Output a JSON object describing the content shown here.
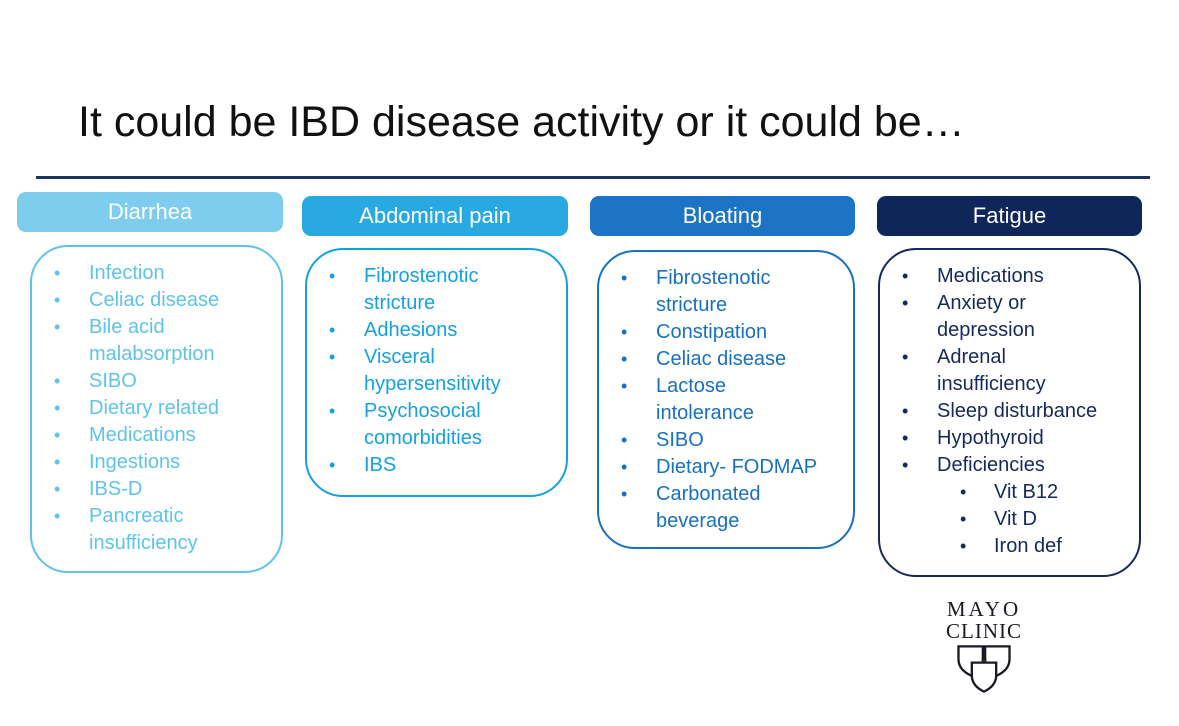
{
  "slide": {
    "title": "It could be IBD disease activity or it could be…",
    "title_color": "#111111",
    "divider_color": "#1d3461"
  },
  "columns": [
    {
      "id": "diarrhea",
      "header": "Diarrhea",
      "colors": {
        "header_bg": "#7ecdef",
        "text": "#5ec3eb"
      },
      "items": [
        "Infection",
        "Celiac disease",
        "Bile acid\nmalabsorption",
        "SIBO",
        "Dietary related",
        "Medications",
        "Ingestions",
        "IBS-D",
        "Pancreatic\ninsufficiency"
      ]
    },
    {
      "id": "abdominal-pain",
      "header": "Abdominal pain",
      "colors": {
        "header_bg": "#29a9e2",
        "text": "#14a1e0"
      },
      "items": [
        "Fibrostenotic\nstricture",
        "Adhesions",
        "Visceral\nhypersensitivity",
        "Psychosocial\ncomorbidities",
        "IBS"
      ]
    },
    {
      "id": "bloating",
      "header": "Bloating",
      "colors": {
        "header_bg": "#1b74c5",
        "text": "#1870c1"
      },
      "items": [
        "Fibrostenotic\nstricture",
        "Constipation",
        "Celiac disease",
        "Lactose\nintolerance",
        "SIBO",
        "Dietary- FODMAP",
        "Carbonated\nbeverage"
      ]
    },
    {
      "id": "fatigue",
      "header": "Fatigue",
      "colors": {
        "header_bg": "#0f265b",
        "text": "#16295e"
      },
      "items": [
        "Medications",
        "Anxiety or\ndepression",
        "Adrenal\ninsufficiency",
        "Sleep disturbance",
        "Hypothyroid",
        {
          "text": "Deficiencies",
          "sub": [
            "Vit B12",
            "Vit D",
            "Iron def"
          ]
        }
      ]
    }
  ],
  "logo": {
    "name": "Mayo Clinic",
    "line1": "MAYO",
    "line2": "CLINIC",
    "color": "#1a1a22",
    "icon": "mayo-triple-shield"
  }
}
